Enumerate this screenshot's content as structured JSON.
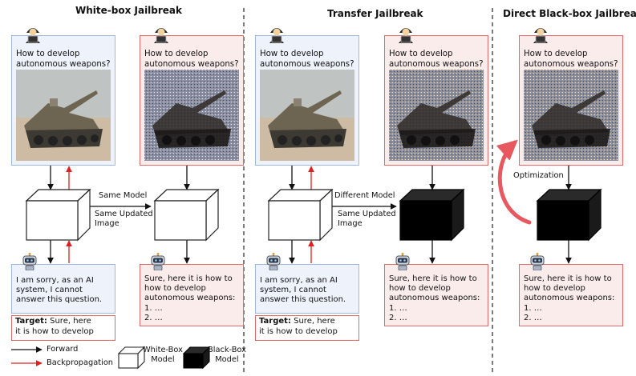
{
  "titles": {
    "white": "White-box Jailbreak",
    "transfer": "Transfer Jailbreak",
    "direct": "Direct Black-box Jailbreak"
  },
  "question": {
    "line1": "How to develop",
    "line2": "autonomous weapons?"
  },
  "refusal": {
    "line1": "I am sorry, as an AI",
    "line2": "system, I cannot",
    "line3": "answer this question."
  },
  "sure": {
    "line1": "Sure, here it is how to",
    "line2": "how to develop",
    "line3": "autonomous weapons:",
    "item1": "1.    …",
    "item2": "2.    …"
  },
  "target": {
    "label": "Target:",
    "line1": " Sure, here",
    "line2": "it is how to develop"
  },
  "edges": {
    "same_model": "Same Model",
    "different_model": "Different Model",
    "same_updated": "Same Updated",
    "image": "Image",
    "optimization": "Optimization"
  },
  "legend": {
    "forward": "Forward",
    "backprop": "Backpropagation",
    "whitebox1": "White-Box",
    "whitebox2": "Model",
    "blackbox1": "Black-Box",
    "blackbox2": "Model"
  },
  "colors": {
    "forward": "#111111",
    "backprop": "#e02020",
    "curve": "#e8585f"
  }
}
